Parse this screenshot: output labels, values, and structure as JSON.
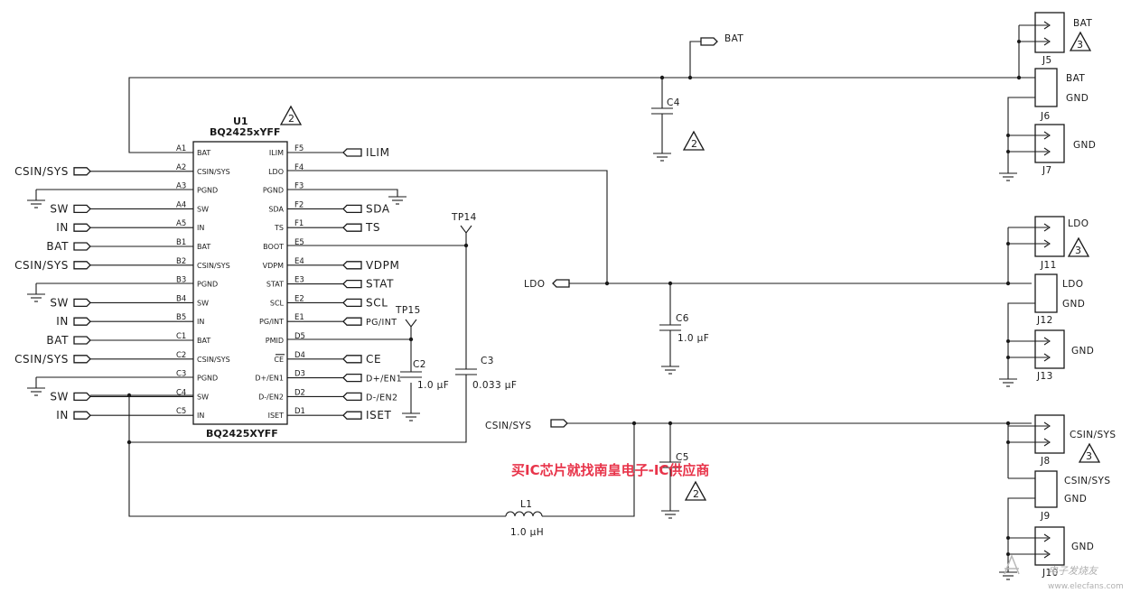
{
  "ic": {
    "ref": "U1",
    "part_top": "BQ2425xYFF",
    "part_bottom": "BQ2425XYFF",
    "note": "2",
    "left_pins": [
      {
        "num": "A1",
        "name": "BAT"
      },
      {
        "num": "A2",
        "name": "CSIN/SYS"
      },
      {
        "num": "A3",
        "name": "PGND"
      },
      {
        "num": "A4",
        "name": "SW"
      },
      {
        "num": "A5",
        "name": "IN"
      },
      {
        "num": "B1",
        "name": "BAT"
      },
      {
        "num": "B2",
        "name": "CSIN/SYS"
      },
      {
        "num": "B3",
        "name": "PGND"
      },
      {
        "num": "B4",
        "name": "SW"
      },
      {
        "num": "B5",
        "name": "IN"
      },
      {
        "num": "C1",
        "name": "BAT"
      },
      {
        "num": "C2",
        "name": "CSIN/SYS"
      },
      {
        "num": "C3",
        "name": "PGND"
      },
      {
        "num": "C4",
        "name": "SW"
      },
      {
        "num": "C5",
        "name": "IN"
      }
    ],
    "right_pins": [
      {
        "num": "F5",
        "name": "ILIM"
      },
      {
        "num": "F4",
        "name": "LDO"
      },
      {
        "num": "F3",
        "name": "PGND"
      },
      {
        "num": "F2",
        "name": "SDA"
      },
      {
        "num": "F1",
        "name": "TS"
      },
      {
        "num": "E5",
        "name": "BOOT"
      },
      {
        "num": "E4",
        "name": "VDPM"
      },
      {
        "num": "E3",
        "name": "STAT"
      },
      {
        "num": "E2",
        "name": "SCL"
      },
      {
        "num": "E1",
        "name": "PG/INT"
      },
      {
        "num": "D5",
        "name": "PMID"
      },
      {
        "num": "D4",
        "name": "CE"
      },
      {
        "num": "D3",
        "name": "D+/EN1"
      },
      {
        "num": "D2",
        "name": "D-/EN2"
      },
      {
        "num": "D1",
        "name": "ISET"
      }
    ]
  },
  "left_nets": [
    "CSIN/SYS",
    "SW",
    "IN",
    "BAT",
    "CSIN/SYS",
    "SW",
    "IN",
    "BAT",
    "CSIN/SYS",
    "SW",
    "IN"
  ],
  "right_nets": [
    "ILIM",
    "SDA",
    "TS",
    "VDPM",
    "STAT",
    "SCL",
    "PG/INT",
    "CE",
    "D+/EN1",
    "D-/EN2",
    "ISET"
  ],
  "nets": {
    "bat": "BAT",
    "ldo": "LDO",
    "csin": "CSIN/SYS"
  },
  "test_points": {
    "tp14": "TP14",
    "tp15": "TP15"
  },
  "components": {
    "c2": {
      "ref": "C2",
      "value": "1.0 µF"
    },
    "c3": {
      "ref": "C3",
      "value": "0.033 µF"
    },
    "c4": {
      "ref": "C4"
    },
    "c5": {
      "ref": "C5"
    },
    "c6": {
      "ref": "C6",
      "value": "1.0 µF"
    },
    "l1": {
      "ref": "L1",
      "value": "1.0 µH"
    }
  },
  "note_flags": [
    "2",
    "2",
    "3",
    "3",
    "3"
  ],
  "connectors": {
    "j5": {
      "ref": "J5",
      "pin": "BAT"
    },
    "j6": {
      "ref": "J6",
      "pin1": "BAT",
      "pin2": "GND"
    },
    "j7": {
      "ref": "J7",
      "pin": "GND"
    },
    "j11": {
      "ref": "J11",
      "pin": "LDO"
    },
    "j12": {
      "ref": "J12",
      "pin1": "LDO",
      "pin2": "GND"
    },
    "j13": {
      "ref": "J13",
      "pin": "GND"
    },
    "j8": {
      "ref": "J8",
      "pin": "CSIN/SYS"
    },
    "j9": {
      "ref": "J9",
      "pin1": "CSIN/SYS",
      "pin2": "GND"
    },
    "j10": {
      "ref": "J10",
      "pin": "GND"
    }
  },
  "watermark": "买IC芯片就找南皇电子-IC供应商",
  "site_logo": {
    "name": "电子发烧友",
    "url": "www.elecfans.com"
  }
}
